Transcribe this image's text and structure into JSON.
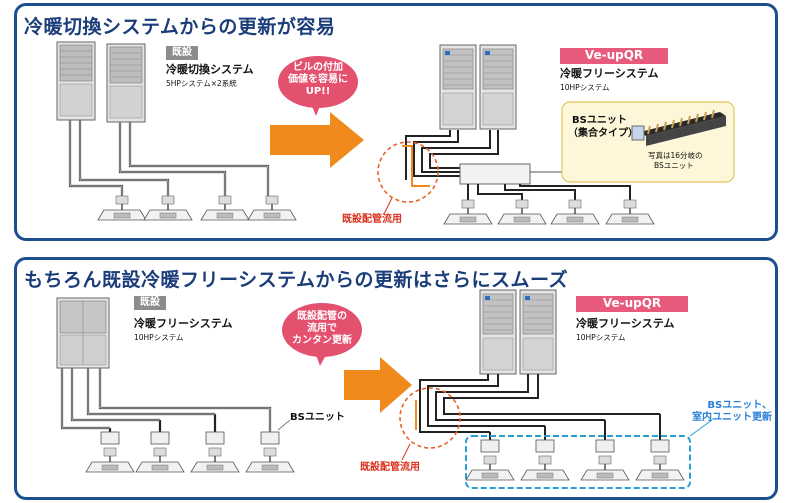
{
  "panel1": {
    "title": "冷暖切換システムからの更新が容易",
    "existing_tag": "既設",
    "existing_system_name": "冷暖切換システム",
    "existing_system_desc": "5HPシステム×2系統",
    "bubble_lines": [
      "ビルの付加",
      "価値を容易に",
      "UP!!"
    ],
    "new_tag": "Ve-upQR",
    "new_system_name": "冷暖フリーシステム",
    "new_system_desc": "10HPシステム",
    "bs_box_title_1": "BSユニット",
    "bs_box_title_2": "（集合タイプ）",
    "bs_box_note_1": "写真は16分岐の",
    "bs_box_note_2": "BSユニット",
    "pipe_callout": "既設配管流用"
  },
  "panel2": {
    "title": "もちろん既設冷暖フリーシステムからの更新はさらにスムーズ",
    "existing_tag": "既設",
    "existing_system_name": "冷暖フリーシステム",
    "existing_system_desc": "10HPシステム",
    "bubble_lines": [
      "既設配管の",
      "流用で",
      "カンタン更新"
    ],
    "bs_label": "BSユニット",
    "new_tag": "Ve-upQR",
    "new_system_name": "冷暖フリーシステム",
    "new_system_desc": "10HPシステム",
    "pipe_callout": "既設配管流用",
    "indoor_note_1": "BSユニット、",
    "indoor_note_2": "室内ユニット更新"
  },
  "colors": {
    "frame": "#1c4f8f",
    "title": "#1b3d7a",
    "arrow": "#f08a1c",
    "bubble": "#e3516f",
    "tag_new": "#e85a7c",
    "tag_existing": "#8c8c8c",
    "callout": "#d8321e",
    "indoor_highlight": "#2a9fd6"
  }
}
